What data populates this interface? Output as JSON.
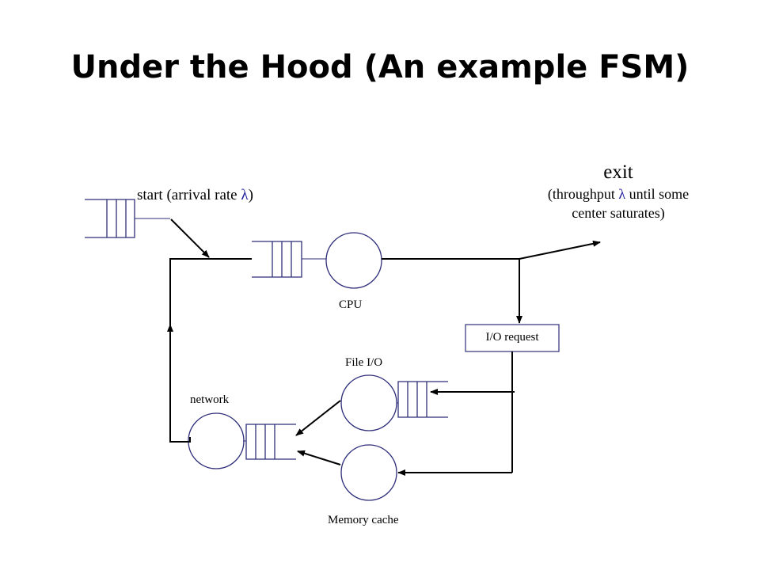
{
  "slide": {
    "title": "Under the Hood (An example FSM)"
  },
  "diagram": {
    "start": {
      "text": "start (arrival rate ",
      "lambda": "λ",
      "close": ")"
    },
    "exit": {
      "heading": "exit",
      "line1_pre": "(throughput ",
      "lambda": "λ",
      "line1_post": " until some",
      "line2": "center saturates)"
    },
    "nodes": {
      "cpu": "CPU",
      "io_request": "I/O request",
      "file_io": "File I/O",
      "network": "network",
      "memory_cache": "Memory cache"
    },
    "colors": {
      "node_outline": "#2e2e7a",
      "line": "#000000",
      "lambda": "#1a1a9a"
    }
  }
}
